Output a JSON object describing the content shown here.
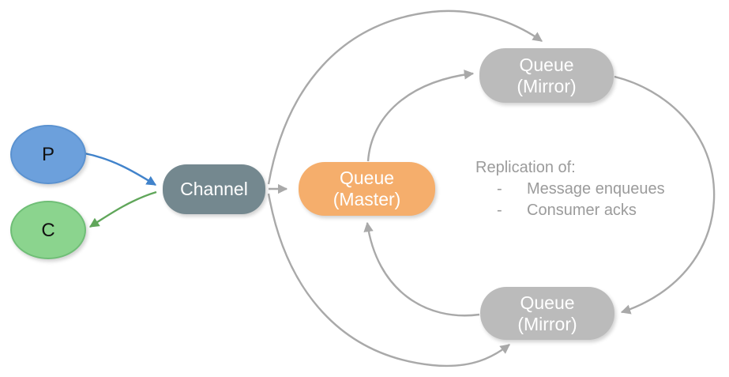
{
  "diagram": {
    "nodes": {
      "producer": {
        "label": "P"
      },
      "consumer": {
        "label": "C"
      },
      "channel": {
        "label": "Channel"
      },
      "queue_master": {
        "line1": "Queue",
        "line2": "(Master)"
      },
      "queue_mirror_top": {
        "line1": "Queue",
        "line2": "(Mirror)"
      },
      "queue_mirror_bottom": {
        "line1": "Queue",
        "line2": "(Mirror)"
      }
    },
    "note": {
      "title": "Replication of:",
      "items": [
        {
          "bullet": "-",
          "text": "Message enqueues"
        },
        {
          "bullet": "-",
          "text": "Consumer acks"
        }
      ]
    },
    "edges": [
      {
        "from": "producer",
        "to": "channel",
        "color": "#4183cb"
      },
      {
        "from": "channel",
        "to": "consumer",
        "color": "#60a65a"
      },
      {
        "from": "channel",
        "to": "queue_master",
        "color": "#a9a9a9"
      },
      {
        "from": "channel",
        "to": "queue_mirror_top",
        "color": "#a9a9a9"
      },
      {
        "from": "channel",
        "to": "queue_mirror_bottom",
        "color": "#a9a9a9"
      },
      {
        "from": "queue_master",
        "to": "queue_mirror_top",
        "color": "#a9a9a9"
      },
      {
        "from": "queue_mirror_top",
        "to": "queue_mirror_bottom",
        "color": "#a9a9a9"
      },
      {
        "from": "queue_mirror_bottom",
        "to": "queue_master",
        "color": "#a9a9a9"
      }
    ],
    "colors": {
      "producer_fill": "#6ca0dc",
      "consumer_fill": "#8bd48e",
      "channel_fill": "#74888f",
      "queue_master_fill": "#f5ae6c",
      "queue_mirror_fill": "#bbbbbb",
      "arrow_gray": "#a9a9a9",
      "arrow_blue": "#4183cb",
      "arrow_green": "#60a65a",
      "note_text": "#9b9b9b",
      "node_text": "#ffffff"
    }
  }
}
